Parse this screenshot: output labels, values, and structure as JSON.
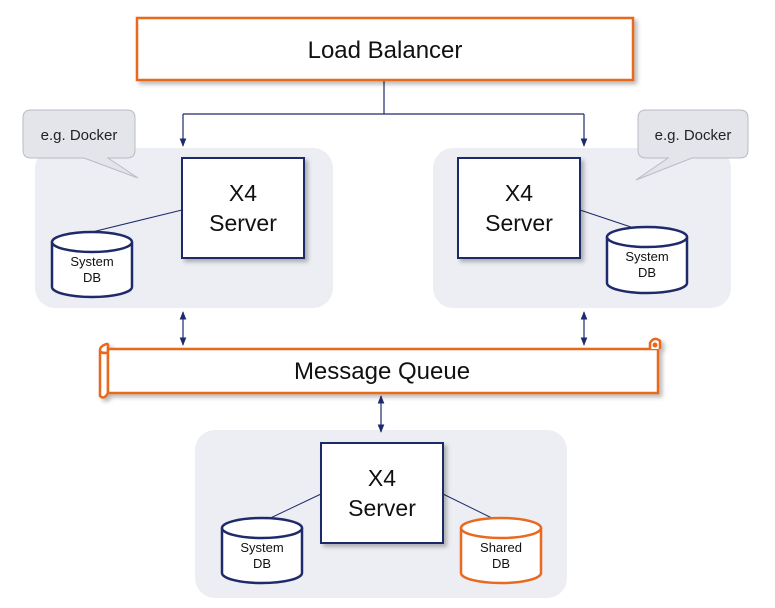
{
  "load_balancer": {
    "label": "Load Balancer"
  },
  "message_queue": {
    "label": "Message Queue"
  },
  "node_left": {
    "callout": "e.g. Docker",
    "server": {
      "line1": "X4",
      "line2": "Server"
    },
    "system_db": {
      "line1": "System",
      "line2": "DB"
    }
  },
  "node_right": {
    "callout": "e.g. Docker",
    "server": {
      "line1": "X4",
      "line2": "Server"
    },
    "system_db": {
      "line1": "System",
      "line2": "DB"
    }
  },
  "node_bottom": {
    "server": {
      "line1": "X4",
      "line2": "Server"
    },
    "system_db": {
      "line1": "System",
      "line2": "DB"
    },
    "shared_db": {
      "line1": "Shared",
      "line2": "DB"
    }
  },
  "colors": {
    "accent_orange": "#e8691f",
    "navy": "#1f2a6b",
    "container_gray": "#eceef3",
    "callout_gray": "#e3e5ea"
  }
}
